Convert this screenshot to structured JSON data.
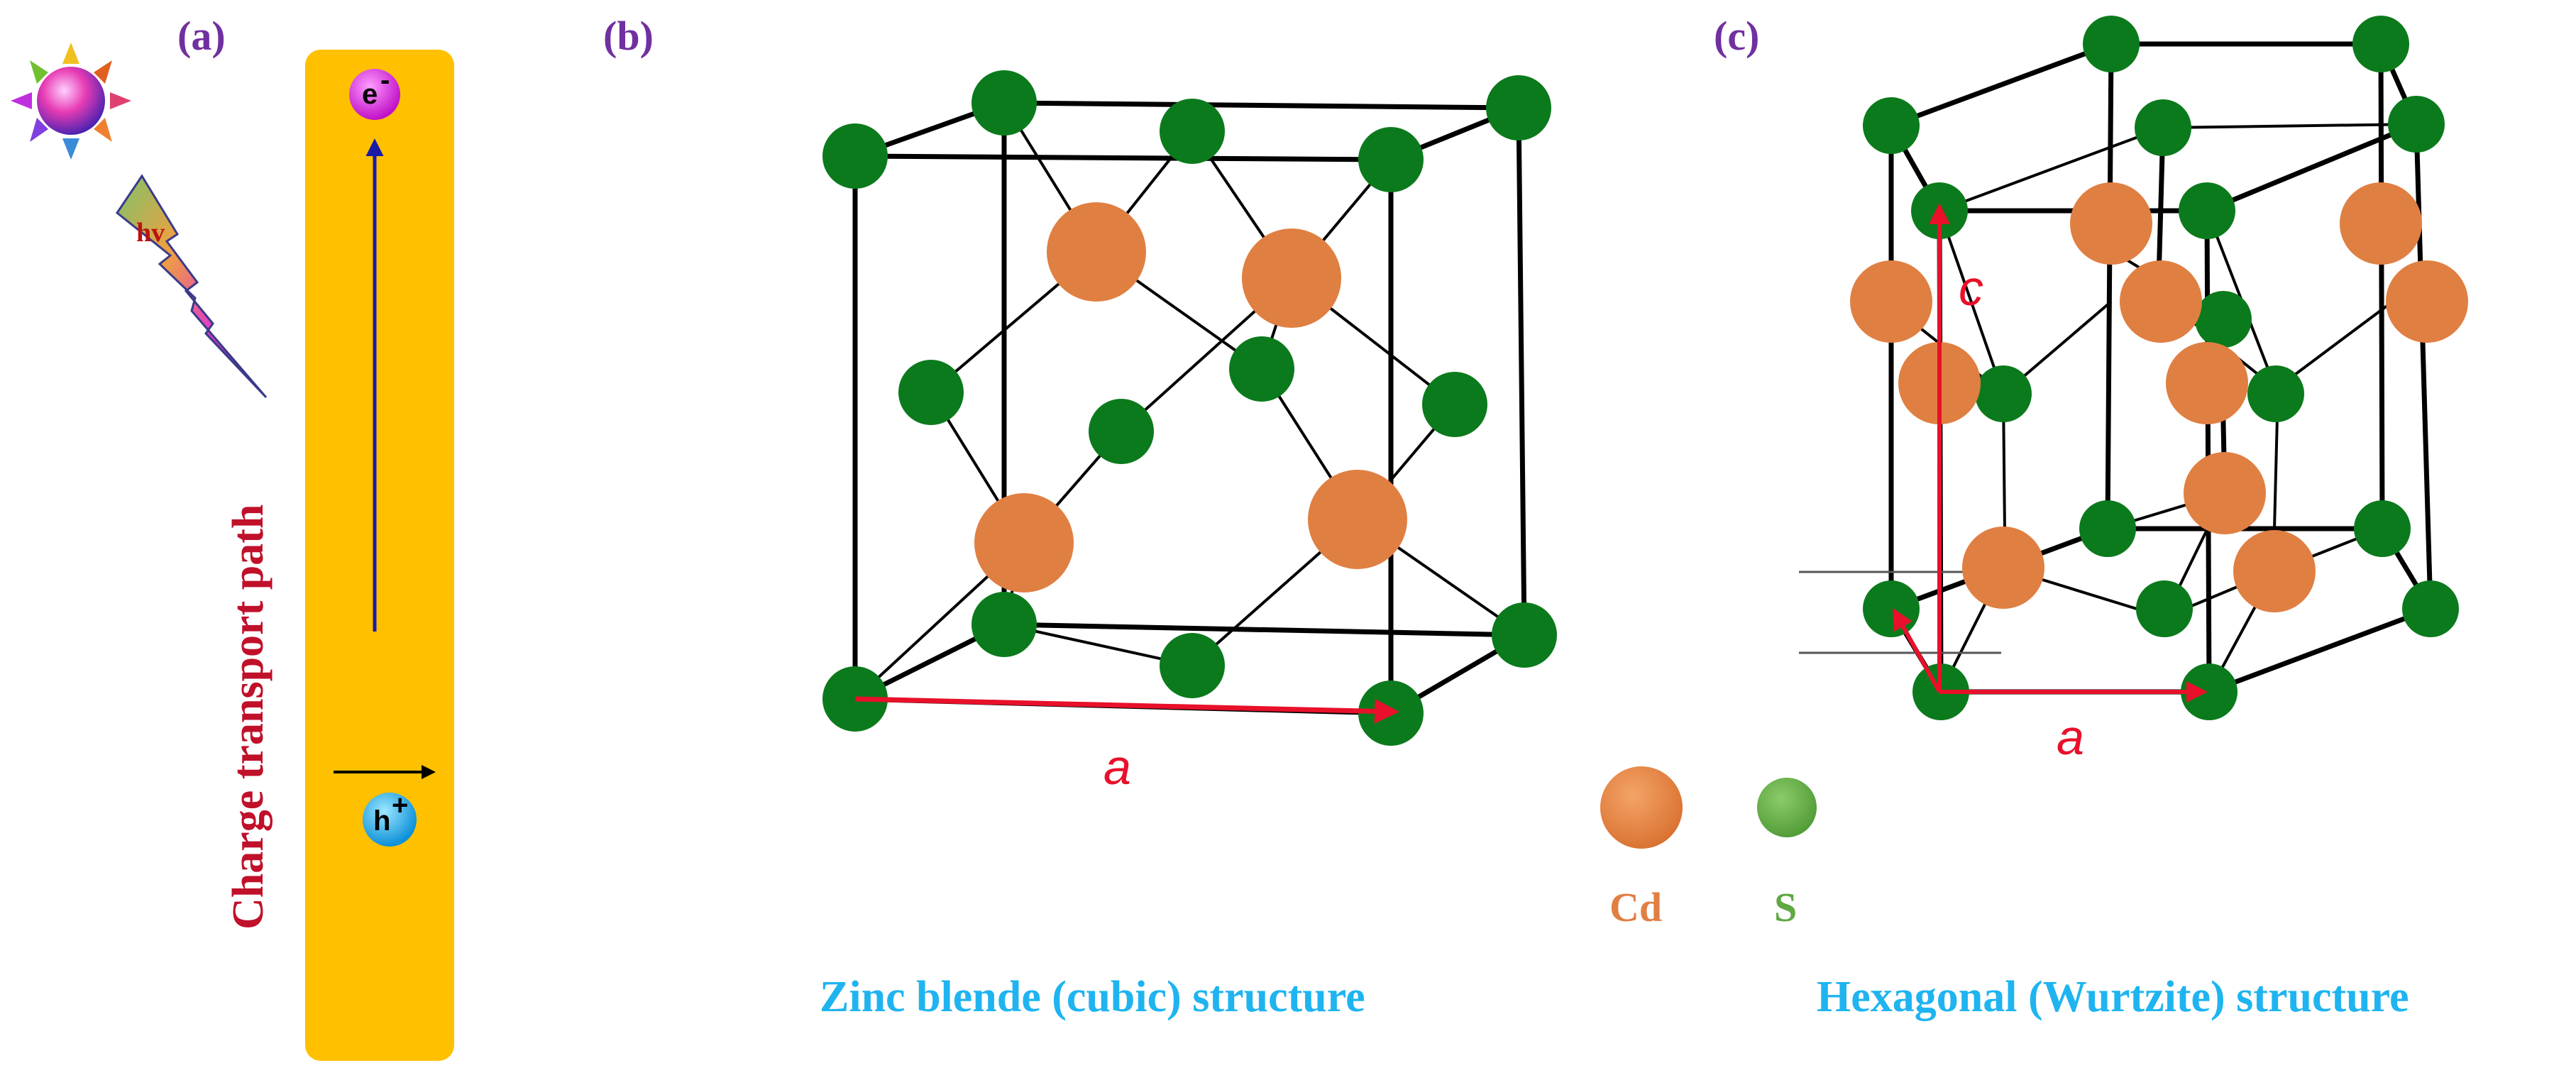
{
  "panels": {
    "a": {
      "label": "(a)",
      "vertical_text": "Charge transport path",
      "photon_label": "hv",
      "electron_label": "e",
      "electron_sup": "-",
      "hole_label": "h",
      "hole_sup": "+"
    },
    "b": {
      "label": "(b)",
      "lattice_param": "a",
      "caption": "Zinc blende (cubic) structure"
    },
    "c": {
      "label": "(c)",
      "lattice_param_a": "a",
      "lattice_param_c": "c",
      "caption": "Hexagonal (Wurtzite) structure"
    }
  },
  "legend": {
    "cd_label": "Cd",
    "s_label": "S"
  },
  "colors": {
    "cd": "#E07F42",
    "s": "#0B7A1C",
    "s_legend": "#5FA842",
    "band": "#FFC000",
    "arrow_red": "#E8102A",
    "panel_label": "#7030A0",
    "caption": "#1FB4F0"
  }
}
